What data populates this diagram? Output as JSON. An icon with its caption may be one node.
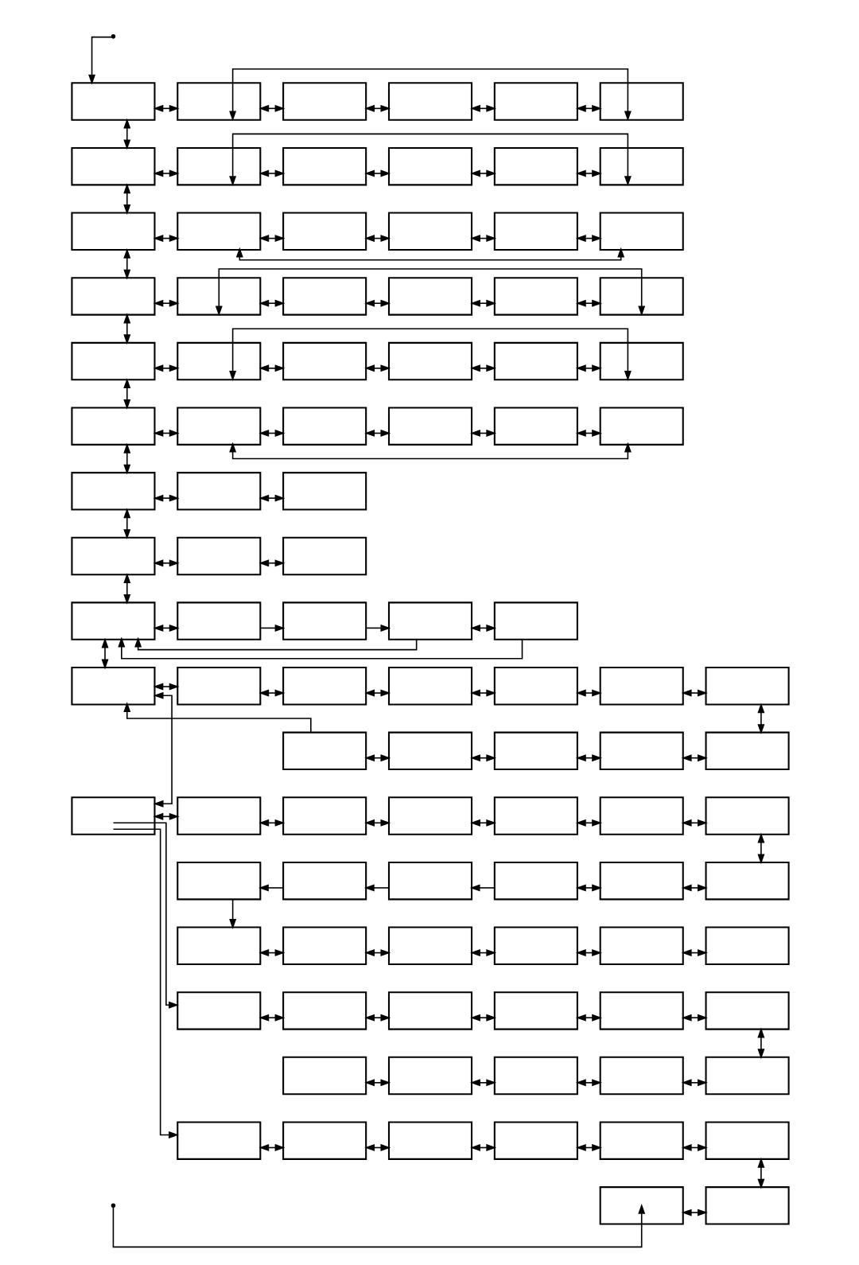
{
  "diagram": {
    "nodes": [
      {
        "text": [],
        "shape": "box"
      },
      {
        "text": [],
        "shape": "box"
      },
      {
        "text": [],
        "shape": "box"
      },
      {
        "text": [],
        "shape": "box"
      },
      {
        "text": [],
        "shape": "box"
      },
      {
        "text": [],
        "shape": "box"
      },
      {
        "text": [],
        "shape": "box"
      },
      {
        "text": [],
        "shape": "box"
      },
      {
        "text": [],
        "shape": "box"
      },
      {
        "text": [],
        "shape": "box"
      },
      {
        "text": [],
        "shape": "box"
      },
      {
        "text": [],
        "shape": "box"
      },
      {
        "text": [],
        "shape": "box"
      },
      {
        "text": [],
        "shape": "box"
      },
      {
        "text": [],
        "shape": "box"
      },
      {
        "text": [],
        "shape": "box"
      },
      {
        "text": [],
        "shape": "box"
      },
      {
        "text": [],
        "shape": "box"
      },
      {
        "text": [],
        "shape": "box"
      },
      {
        "text": [],
        "shape": "box"
      },
      {
        "text": [],
        "shape": "box"
      },
      {
        "text": [],
        "shape": "box"
      },
      {
        "text": [],
        "shape": "box"
      },
      {
        "text": [],
        "shape": "box"
      },
      {
        "text": [],
        "shape": "box"
      },
      {
        "text": [],
        "shape": "box"
      },
      {
        "text": [],
        "shape": "box"
      },
      {
        "text": [],
        "shape": "box"
      },
      {
        "text": [],
        "shape": "box"
      },
      {
        "text": [],
        "shape": "box"
      },
      {
        "text": [],
        "shape": "box"
      },
      {
        "text": [],
        "shape": "box"
      },
      {
        "text": [],
        "shape": "box"
      },
      {
        "text": [],
        "shape": "box"
      },
      {
        "text": [],
        "shape": "box"
      },
      {
        "text": [],
        "shape": "box"
      },
      {
        "text": [],
        "shape": "box"
      },
      {
        "text": [],
        "shape": "box"
      },
      {
        "text": [],
        "shape": "box"
      },
      {
        "text": [],
        "shape": "box"
      },
      {
        "text": [],
        "shape": "box"
      },
      {
        "text": [],
        "shape": "box"
      },
      {
        "text": [],
        "shape": "box"
      },
      {
        "text": [],
        "shape": "box"
      },
      {
        "text": [],
        "shape": "box"
      },
      {
        "text": [],
        "shape": "box"
      },
      {
        "text": [],
        "shape": "box"
      },
      {
        "text": [],
        "shape": "box"
      },
      {
        "text": [],
        "shape": "box"
      },
      {
        "text": [],
        "shape": "box"
      },
      {
        "text": [],
        "shape": "box"
      },
      {
        "text": [],
        "shape": "box"
      },
      {
        "text": [],
        "shape": "box"
      },
      {
        "text": [],
        "shape": "box"
      },
      {
        "text": [],
        "shape": "box"
      },
      {
        "text": [],
        "shape": "box"
      },
      {
        "text": [],
        "shape": "box"
      },
      {
        "text": [],
        "shape": "box"
      },
      {
        "text": [],
        "shape": "box"
      },
      {
        "text": [],
        "shape": "box"
      },
      {
        "text": [],
        "shape": "box"
      },
      {
        "text": [],
        "shape": "box"
      },
      {
        "text": [],
        "shape": "box"
      },
      {
        "text": [],
        "shape": "box"
      },
      {
        "text": [],
        "shape": "box"
      },
      {
        "text": [],
        "shape": "box"
      },
      {
        "text": [],
        "shape": "box"
      },
      {
        "text": [],
        "shape": "box"
      },
      {
        "text": [],
        "shape": "box"
      },
      {
        "text": [],
        "shape": "box"
      },
      {
        "text": [],
        "shape": "box"
      },
      {
        "text": [],
        "shape": "box"
      },
      {
        "text": [],
        "shape": "box"
      },
      {
        "text": [],
        "shape": "box"
      },
      {
        "text": [],
        "shape": "box"
      },
      {
        "text": [],
        "shape": "box"
      },
      {
        "text": [],
        "shape": "box"
      },
      {
        "text": [],
        "shape": "box"
      },
      {
        "text": [],
        "shape": "box"
      },
      {
        "text": [],
        "shape": "box"
      },
      {
        "text": [],
        "shape": "box"
      },
      {
        "text": [],
        "shape": "box"
      },
      {
        "text": [],
        "shape": "box"
      },
      {
        "text": [],
        "shape": "box"
      },
      {
        "text": [],
        "shape": "box"
      },
      {
        "text": [],
        "shape": "box"
      },
      {
        "text": [],
        "shape": "box"
      },
      {
        "text": [],
        "shape": "box"
      },
      {
        "text": [],
        "shape": "box"
      },
      {
        "text": [],
        "shape": "box"
      },
      {
        "text": [],
        "shape": "box"
      },
      {
        "text": [],
        "shape": "box"
      },
      {
        "text": [],
        "shape": "box"
      },
      {
        "text": [],
        "shape": "box"
      },
      {
        "text": [],
        "shape": "box"
      },
      {
        "text": [],
        "shape": "box"
      },
      {
        "text": [],
        "shape": "box"
      }
    ],
    "edges": [
      {
        "from": null,
        "to": 0,
        "arrow": "to"
      },
      {
        "from": 0,
        "to": 6,
        "arrow": "both"
      },
      {
        "from": 6,
        "to": 12,
        "arrow": "both"
      },
      {
        "from": 12,
        "to": 18,
        "arrow": "both"
      },
      {
        "from": 18,
        "to": 24,
        "arrow": "both"
      },
      {
        "from": 24,
        "to": 30,
        "arrow": "both"
      },
      {
        "from": 30,
        "to": 36,
        "arrow": "both"
      },
      {
        "from": 36,
        "to": 39,
        "arrow": "both"
      },
      {
        "from": 39,
        "to": 42,
        "arrow": "both"
      },
      {
        "from": 42,
        "to": 47,
        "arrow": "both"
      },
      {
        "from": 47,
        "to": 59,
        "arrow": "both"
      },
      {
        "from": 0,
        "to": 1,
        "arrow": "both"
      },
      {
        "from": 1,
        "to": 2,
        "arrow": "both"
      },
      {
        "from": 2,
        "to": 3,
        "arrow": "both"
      },
      {
        "from": 3,
        "to": 4,
        "arrow": "both"
      },
      {
        "from": 4,
        "to": 5,
        "arrow": "both"
      },
      {
        "from": 5,
        "to": 1,
        "arrow": "both"
      },
      {
        "from": 6,
        "to": 7,
        "arrow": "both"
      },
      {
        "from": 7,
        "to": 8,
        "arrow": "both"
      },
      {
        "from": 8,
        "to": 9,
        "arrow": "both"
      },
      {
        "from": 9,
        "to": 10,
        "arrow": "both"
      },
      {
        "from": 10,
        "to": 11,
        "arrow": "both"
      },
      {
        "from": 11,
        "to": 7,
        "arrow": "both"
      },
      {
        "from": 12,
        "to": 13,
        "arrow": "both"
      },
      {
        "from": 13,
        "to": 14,
        "arrow": "both"
      },
      {
        "from": 14,
        "to": 15,
        "arrow": "both"
      },
      {
        "from": 15,
        "to": 16,
        "arrow": "both"
      },
      {
        "from": 16,
        "to": 17,
        "arrow": "both"
      },
      {
        "from": 17,
        "to": 13,
        "arrow": "both"
      },
      {
        "from": 18,
        "to": 19,
        "arrow": "both"
      },
      {
        "from": 19,
        "to": 20,
        "arrow": "both"
      },
      {
        "from": 20,
        "to": 21,
        "arrow": "both"
      },
      {
        "from": 21,
        "to": 22,
        "arrow": "both"
      },
      {
        "from": 22,
        "to": 23,
        "arrow": "both"
      },
      {
        "from": 23,
        "to": 19,
        "arrow": "both"
      },
      {
        "from": 24,
        "to": 25,
        "arrow": "both"
      },
      {
        "from": 25,
        "to": 26,
        "arrow": "both"
      },
      {
        "from": 26,
        "to": 27,
        "arrow": "both"
      },
      {
        "from": 27,
        "to": 28,
        "arrow": "both"
      },
      {
        "from": 28,
        "to": 29,
        "arrow": "both"
      },
      {
        "from": 29,
        "to": 25,
        "arrow": "both"
      },
      {
        "from": 30,
        "to": 31,
        "arrow": "both"
      },
      {
        "from": 31,
        "to": 32,
        "arrow": "both"
      },
      {
        "from": 32,
        "to": 33,
        "arrow": "both"
      },
      {
        "from": 33,
        "to": 34,
        "arrow": "both"
      },
      {
        "from": 34,
        "to": 35,
        "arrow": "both"
      },
      {
        "from": 35,
        "to": 31,
        "arrow": "both"
      },
      {
        "from": 36,
        "to": 37,
        "arrow": "both"
      },
      {
        "from": 37,
        "to": 38,
        "arrow": "both"
      },
      {
        "from": 39,
        "to": 40,
        "arrow": "both"
      },
      {
        "from": 40,
        "to": 41,
        "arrow": "both"
      },
      {
        "from": 42,
        "to": 43,
        "arrow": "both"
      },
      {
        "from": 43,
        "to": 44,
        "arrow": "to"
      },
      {
        "from": 44,
        "to": 45,
        "arrow": "to"
      },
      {
        "from": 45,
        "to": 46,
        "arrow": "both"
      },
      {
        "from": 45,
        "to": 42,
        "arrow": "to"
      },
      {
        "from": 46,
        "to": 42,
        "arrow": "to"
      },
      {
        "from": 47,
        "to": 48,
        "arrow": "both"
      },
      {
        "from": 48,
        "to": 49,
        "arrow": "both"
      },
      {
        "from": 49,
        "to": 50,
        "arrow": "both"
      },
      {
        "from": 50,
        "to": 51,
        "arrow": "both"
      },
      {
        "from": 51,
        "to": 52,
        "arrow": "both"
      },
      {
        "from": 52,
        "to": 53,
        "arrow": "both"
      },
      {
        "from": 53,
        "to": 58,
        "arrow": "both"
      },
      {
        "from": 54,
        "to": 55,
        "arrow": "both"
      },
      {
        "from": 55,
        "to": 56,
        "arrow": "both"
      },
      {
        "from": 56,
        "to": 57,
        "arrow": "both"
      },
      {
        "from": 57,
        "to": 58,
        "arrow": "both"
      },
      {
        "from": 54,
        "to": 47,
        "arrow": "to"
      },
      {
        "from": 59,
        "to": 60,
        "arrow": "both"
      },
      {
        "from": 60,
        "to": 61,
        "arrow": "both"
      },
      {
        "from": 61,
        "to": 62,
        "arrow": "both"
      },
      {
        "from": 62,
        "to": 63,
        "arrow": "both"
      },
      {
        "from": 63,
        "to": 64,
        "arrow": "both"
      },
      {
        "from": 64,
        "to": 65,
        "arrow": "both"
      },
      {
        "from": 65,
        "to": 71,
        "arrow": "both"
      },
      {
        "from": 67,
        "to": 66,
        "arrow": "to"
      },
      {
        "from": 68,
        "to": 67,
        "arrow": "to"
      },
      {
        "from": 69,
        "to": 68,
        "arrow": "to"
      },
      {
        "from": 69,
        "to": 70,
        "arrow": "both"
      },
      {
        "from": 70,
        "to": 71,
        "arrow": "both"
      },
      {
        "from": 66,
        "to": 72,
        "arrow": "to"
      },
      {
        "from": 72,
        "to": 73,
        "arrow": "both"
      },
      {
        "from": 73,
        "to": 74,
        "arrow": "both"
      },
      {
        "from": 74,
        "to": 75,
        "arrow": "both"
      },
      {
        "from": 75,
        "to": 76,
        "arrow": "both"
      },
      {
        "from": 76,
        "to": 77,
        "arrow": "both"
      },
      {
        "from": 59,
        "to": 78,
        "arrow": "to"
      },
      {
        "from": 78,
        "to": 79,
        "arrow": "both"
      },
      {
        "from": 79,
        "to": 80,
        "arrow": "both"
      },
      {
        "from": 80,
        "to": 81,
        "arrow": "both"
      },
      {
        "from": 81,
        "to": 82,
        "arrow": "both"
      },
      {
        "from": 82,
        "to": 83,
        "arrow": "both"
      },
      {
        "from": 83,
        "to": 88,
        "arrow": "both"
      },
      {
        "from": 84,
        "to": 85,
        "arrow": "both"
      },
      {
        "from": 85,
        "to": 86,
        "arrow": "both"
      },
      {
        "from": 86,
        "to": 87,
        "arrow": "both"
      },
      {
        "from": 87,
        "to": 88,
        "arrow": "both"
      },
      {
        "from": 59,
        "to": 89,
        "arrow": "to"
      },
      {
        "from": 89,
        "to": 90,
        "arrow": "both"
      },
      {
        "from": 90,
        "to": 91,
        "arrow": "both"
      },
      {
        "from": 91,
        "to": 92,
        "arrow": "both"
      },
      {
        "from": 92,
        "to": 93,
        "arrow": "both"
      },
      {
        "from": 93,
        "to": 94,
        "arrow": "both"
      },
      {
        "from": 94,
        "to": 96,
        "arrow": "both"
      },
      {
        "from": 95,
        "to": 96,
        "arrow": "both"
      },
      {
        "from": null,
        "to": 95,
        "arrow": "to"
      }
    ]
  }
}
